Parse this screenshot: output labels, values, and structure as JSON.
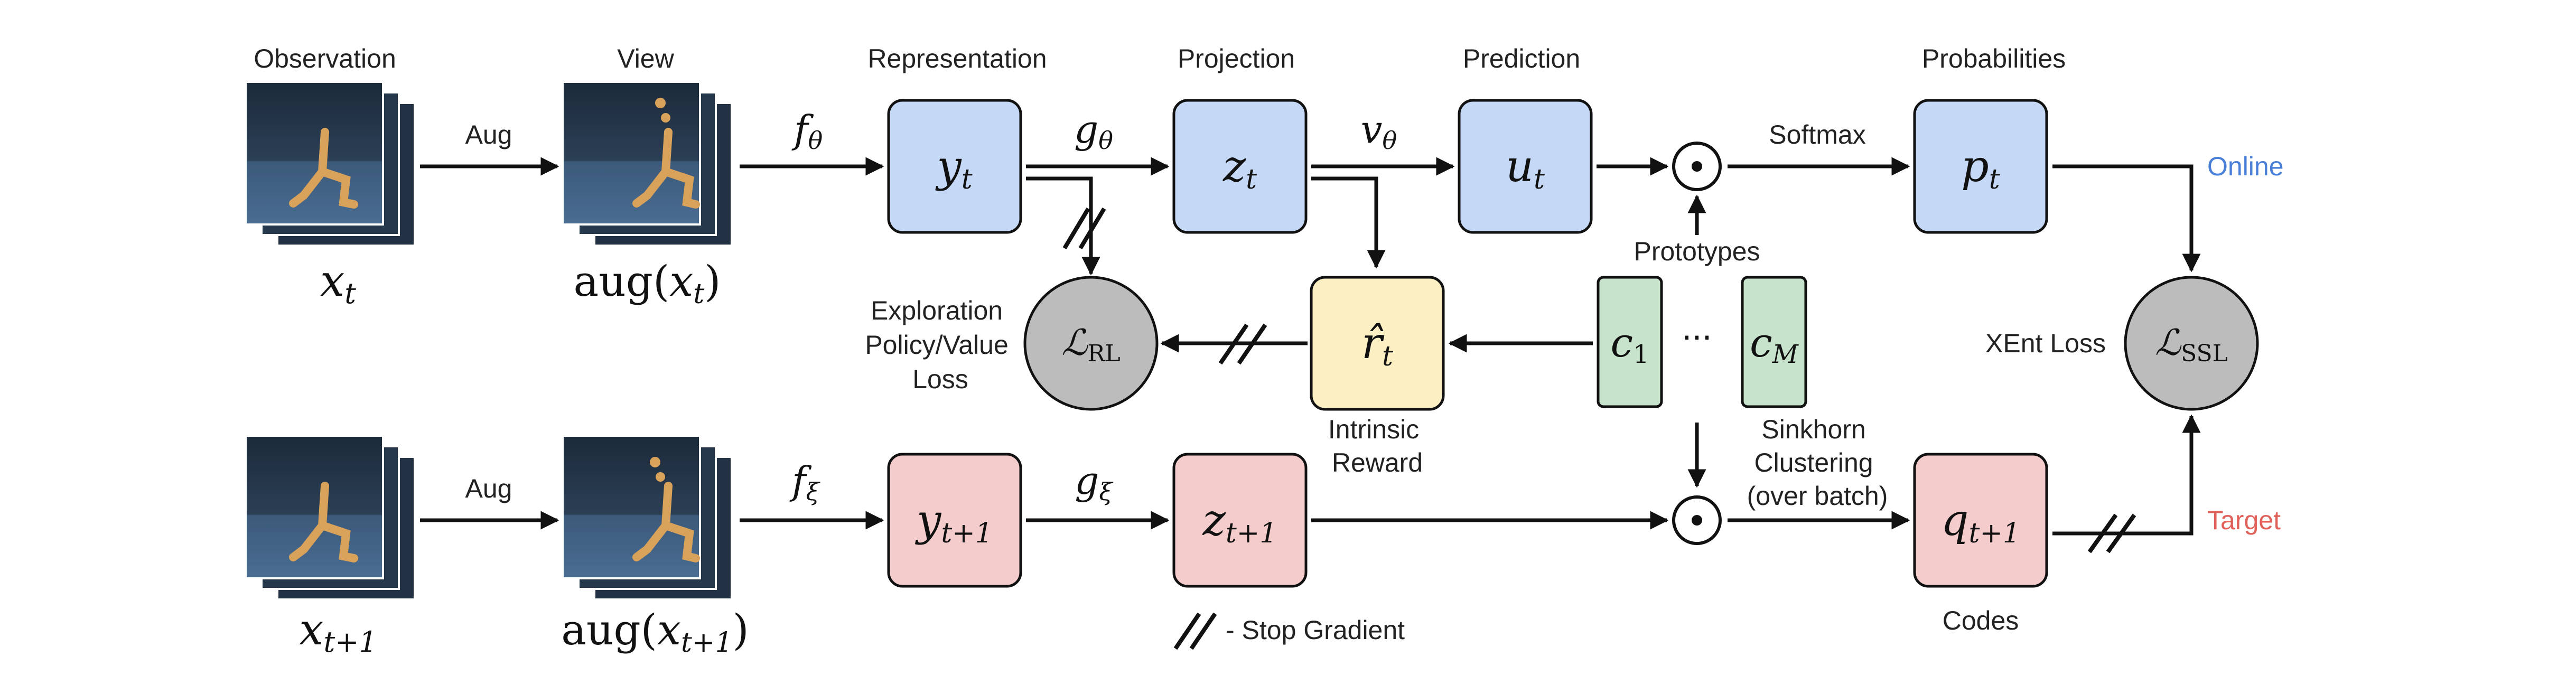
{
  "headers": {
    "observation": "Observation",
    "view": "View",
    "representation": "Representation",
    "projection": "Projection",
    "prediction": "Prediction",
    "probabilities": "Probabilities"
  },
  "aug_top": "Aug",
  "aug_bottom": "Aug",
  "obs_top_label": {
    "base": "x",
    "sub": "t"
  },
  "obs_bottom_label": {
    "base": "x",
    "sub": "t+1"
  },
  "view_top_label": {
    "fn": "aug(",
    "base": "x",
    "sub": "t",
    "close": ")"
  },
  "view_bottom_label": {
    "fn": "aug(",
    "base": "x",
    "sub": "t+1",
    "close": ")"
  },
  "edges": {
    "f_theta": {
      "base": "f",
      "sub": "θ"
    },
    "g_theta": {
      "base": "g",
      "sub": "θ"
    },
    "v_theta": {
      "base": "v",
      "sub": "θ"
    },
    "f_xi": {
      "base": "f",
      "sub": "ξ"
    },
    "g_xi": {
      "base": "g",
      "sub": "ξ"
    }
  },
  "nodes": {
    "y_t": {
      "base": "y",
      "sub": "t"
    },
    "z_t": {
      "base": "z",
      "sub": "t"
    },
    "u_t": {
      "base": "u",
      "sub": "t"
    },
    "p_t": {
      "base": "p",
      "sub": "t"
    },
    "y_t1": {
      "base": "y",
      "sub": "t+1"
    },
    "z_t1": {
      "base": "z",
      "sub": "t+1"
    },
    "q_t1": {
      "base": "q",
      "sub": "t+1"
    },
    "r_hat": {
      "base": "r̂",
      "sub": "t"
    },
    "c_1": {
      "base": "c",
      "sub": "1"
    },
    "c_M": {
      "base": "c",
      "sub": "M"
    },
    "l_rl": {
      "base": "ℒ",
      "sub": "RL"
    },
    "l_ssl": {
      "base": "ℒ",
      "sub": "SSL"
    }
  },
  "odot_symbol": "⊙",
  "softmax": "Softmax",
  "prototypes": "Prototypes",
  "ellipsis": "···",
  "exploration_loss": [
    "Exploration",
    "Policy/Value",
    "Loss"
  ],
  "intrinsic_reward": [
    "Intrinsic",
    "Reward"
  ],
  "sinkhorn": [
    "Sinkhorn",
    "Clustering",
    "(over batch)"
  ],
  "xent_loss": "XEnt Loss",
  "online": "Online",
  "target": "Target",
  "codes": "Codes",
  "stop_gradient": "- Stop Gradient",
  "colors": {
    "online_blue": "#4a7fd8",
    "target_red": "#e0605a",
    "blue_fill": "#c5d9f6",
    "red_fill": "#f4cccc",
    "yellow_fill": "#fcefc4",
    "green_fill": "#c7e3cb",
    "gray_fill": "#bcbcbc"
  }
}
